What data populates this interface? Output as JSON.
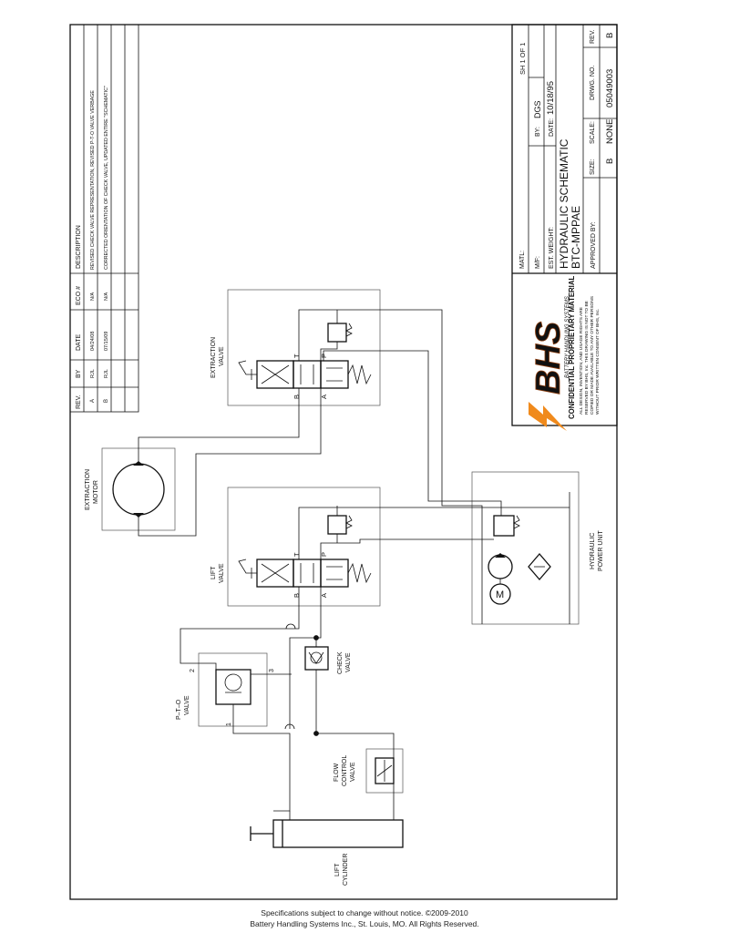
{
  "revisions": {
    "headers": {
      "rev": "REV.",
      "by": "BY",
      "date": "DATE",
      "eco": "ECO #",
      "description": "DESCRIPTION"
    },
    "rows": [
      {
        "rev": "A",
        "by": "RJL",
        "date": "04/24/08",
        "eco": "N/A",
        "description": "REVISED CHECK VALVE REPRESENTATION, REVISED P-T-O VALVE VERBAGE"
      },
      {
        "rev": "B",
        "by": "RJL",
        "date": "07/15/09",
        "eco": "N/A",
        "description": "CORRECTED ORIENTATION OF CHECK VALVE, UPDATED ENTIRE \"SCHEMATIC\""
      }
    ]
  },
  "title_block": {
    "sheet": "SH 1 OF 1",
    "matl_label": "MATL:",
    "mf_label": "M/F:",
    "by_label": "BY:",
    "by_value": "DGS",
    "est_weight_label": "EST. WEIGHT:",
    "date_label": "DATE:",
    "date_value": "10/18/95",
    "title_line1": "HYDRAULIC SCHEMATIC",
    "title_line2": "BTC-MPPAE",
    "approved_label": "APPROVED BY:",
    "size_label": "SIZE:",
    "size_value": "B",
    "scale_label": "SCALE:",
    "scale_value": "NONE",
    "dwg_label": "DRWG. NO.",
    "dwg_value": "05049003",
    "rev_label": "REV.",
    "rev_value": "B"
  },
  "logo": {
    "text": "BHS",
    "tagline": "BATTERY HANDLING SYSTEMS",
    "confidential": "CONFIDENTIAL PROPRIETARY MATERIAL",
    "notice": [
      "ALL DESIGN, INVENTION, AND USAGE RIGHTS ARE",
      "RESERVED BY BHS, Inc. THIS DRAWING IS NOT TO BE",
      "COPIED OR MADE AVAILABLE TO ANY OTHER PERSONS",
      "WITHOUT PRIOR WRITTEN CONSENT OF BHS, Inc."
    ]
  },
  "components": {
    "extraction_valve": [
      "EXTRACTION",
      "VALVE"
    ],
    "extraction_motor": [
      "EXTRACTION",
      "MOTOR"
    ],
    "lift_valve": [
      "LIFT",
      "VALVE"
    ],
    "hydraulic_power_unit": [
      "HYDRAULIC",
      "POWER UNIT"
    ],
    "pto_valve": [
      "P–T–O",
      "VALVE"
    ],
    "check_valve": [
      "CHECK",
      "VALVE"
    ],
    "flow_control_valve": [
      "FLOW",
      "CONTROL",
      "VALVE"
    ],
    "lift_cylinder": [
      "LIFT",
      "CYLINDER"
    ]
  },
  "ports": {
    "b": "B",
    "t": "T",
    "a": "A",
    "p": "P",
    "pto_1": "1",
    "pto_2": "2",
    "pto_3": "3",
    "motor": "M"
  },
  "footer": {
    "line1": "Specifications subject to change without notice. ©2009-2010",
    "line2": "Battery Handling Systems Inc., St. Louis, MO.  All Rights Reserved."
  },
  "colors": {
    "logo_orange": "#f08a1c",
    "logo_dark": "#8a3b0c",
    "ink": "#111111"
  }
}
